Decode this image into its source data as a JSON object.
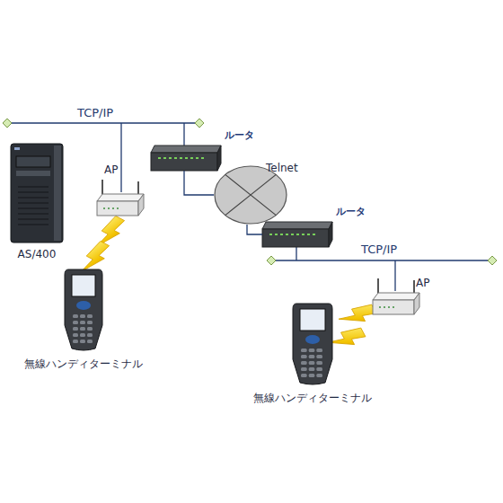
{
  "diagram": {
    "nodes": [
      {
        "text": [
          "AS/400"
        ]
      },
      {
        "text": [
          "AP"
        ]
      },
      {
        "text": [
          "無線ハンディターミナル"
        ]
      },
      {
        "text": [
          "ルータ"
        ]
      },
      {
        "text": [
          "Telnet"
        ]
      },
      {
        "text": [
          "ルータ"
        ]
      },
      {
        "text": [
          "AP"
        ]
      },
      {
        "text": [
          "無線ハンディターミナル"
        ]
      }
    ],
    "edges": [
      {
        "from": 3,
        "to": 4,
        "arrow": "none"
      },
      {
        "from": 4,
        "to": 5,
        "arrow": "none"
      }
    ],
    "labels": [
      "TCP/IP",
      "TCP/IP"
    ]
  }
}
